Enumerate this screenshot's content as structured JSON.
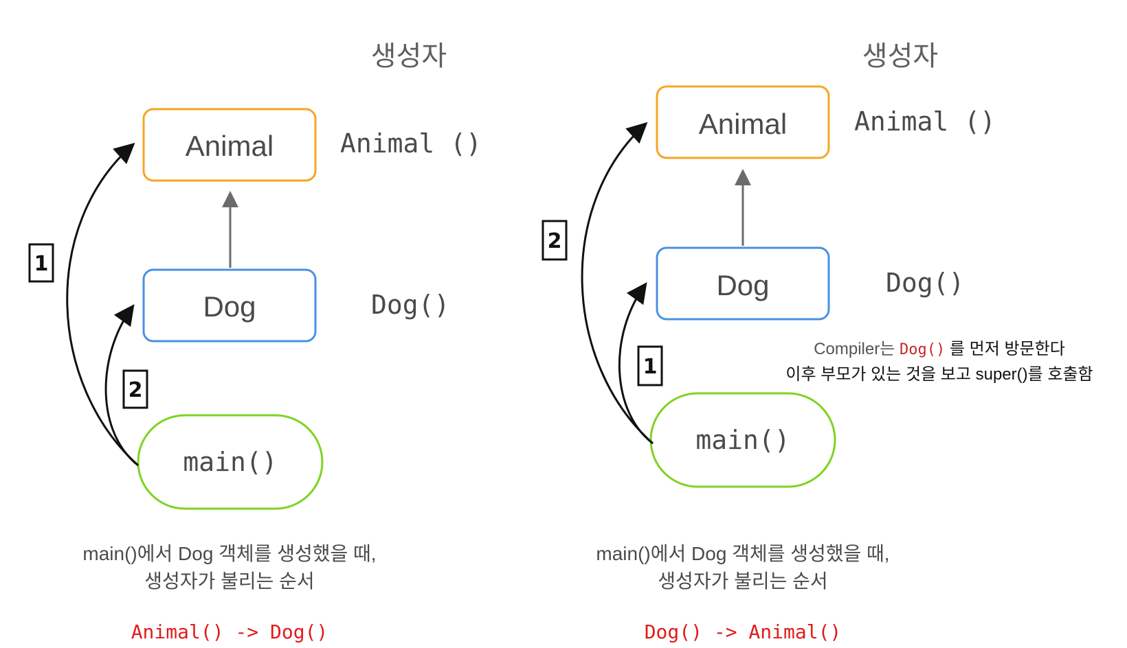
{
  "left": {
    "title": "생성자",
    "boxes": {
      "animal": "Animal",
      "dog": "Dog",
      "main": "main()"
    },
    "constructors": {
      "animal": "Animal ()",
      "dog": "Dog()"
    },
    "arrow_labels": {
      "to_animal": "1",
      "to_dog": "2"
    },
    "caption_line1": "main()에서 Dog 객체를 생성했을 때,",
    "caption_line2": "생성자가 불리는 순서",
    "order": "Animal() -> Dog()"
  },
  "right": {
    "title": "생성자",
    "boxes": {
      "animal": "Animal",
      "dog": "Dog",
      "main": "main()"
    },
    "constructors": {
      "animal": "Animal ()",
      "dog": "Dog()"
    },
    "arrow_labels": {
      "to_animal": "2",
      "to_dog": "1"
    },
    "note_prefix": "Compiler는 ",
    "note_code": "Dog()",
    "note_suffix": " 를 먼저 방문한다",
    "note_line2": "이후 부모가 있는 것을 보고 super()를 호출함",
    "caption_line1": "main()에서 Dog 객체를 생성했을 때,",
    "caption_line2": "생성자가 불리는 순서",
    "order": "Dog() -> Animal()"
  },
  "colors": {
    "animal_border": "#f5a623",
    "dog_border": "#4a90e2",
    "main_border": "#7ed321",
    "inherit_arrow": "#6b6b6b",
    "call_arrow": "#111111",
    "order_text": "#e01b1b"
  }
}
